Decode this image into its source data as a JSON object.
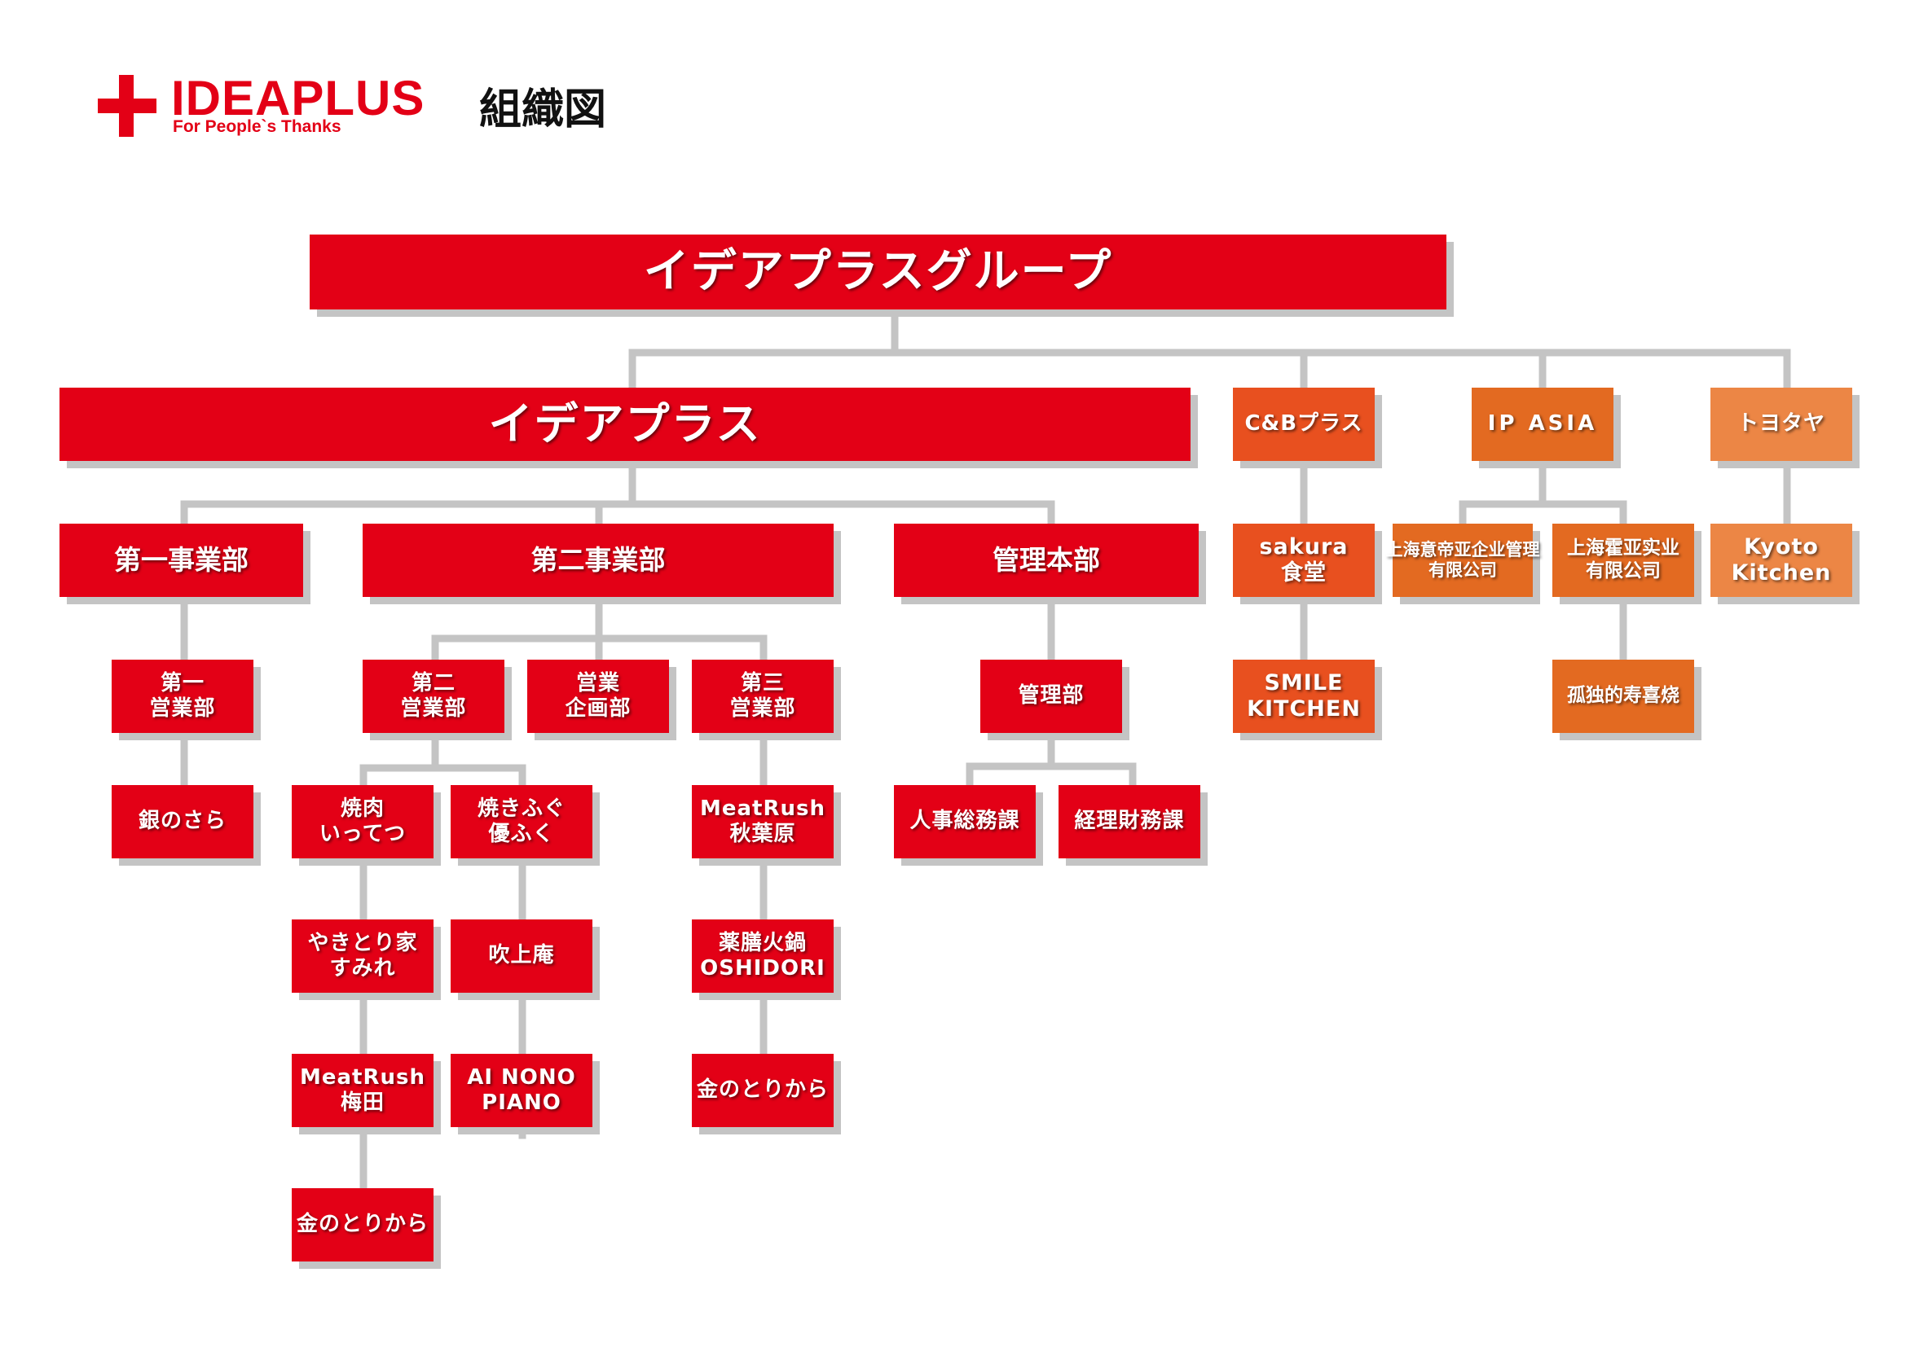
{
  "header": {
    "logo_text": "IDEAPLUS",
    "tagline": "For People`s Thanks",
    "title": "組織図"
  },
  "colors": {
    "red": "#e30016",
    "orange_dark": "#e8501f",
    "orange_mid": "#e36a21",
    "orange_light": "#ec8645",
    "connector": "#c4c4c4"
  },
  "org": {
    "group": "イデアプラスグループ",
    "ideaplus": "イデアプラス",
    "cb_plus": "C&Bプラス",
    "ip_asia": "IP ASIA",
    "toyotaya": "トヨタヤ",
    "div1": "第一事業部",
    "div2": "第二事業部",
    "admin_hq": "管理本部",
    "sales1": [
      "第一",
      "営業部"
    ],
    "gin_no_sara": "銀のさら",
    "sales2": [
      "第二",
      "営業部"
    ],
    "sales_planning": [
      "営業",
      "企画部"
    ],
    "sales3": [
      "第三",
      "営業部"
    ],
    "admin_dept": "管理部",
    "yakiniku_ittetsu": [
      "焼肉",
      "いってつ"
    ],
    "yakifugu_yufuku": [
      "焼きふぐ",
      "優ふく"
    ],
    "meatrush_akihabara": [
      "MeatRush",
      "秋葉原"
    ],
    "hr_general": "人事総務課",
    "accounting_finance": "経理財務課",
    "yakitori_sumire": [
      "やきとり家",
      "すみれ"
    ],
    "fukiagean": "吹上庵",
    "yakuzen_oshidori": [
      "薬膳火鍋",
      "OSHIDORI"
    ],
    "meatrush_umeda": [
      "MeatRush",
      "梅田"
    ],
    "ai_nono_piano": [
      "AI NONO",
      "PIANO"
    ],
    "kin_no_torikara_1": "金のとりから",
    "kin_no_torikara_2": "金のとりから",
    "sakura_shokudo": [
      "sakura",
      "食堂"
    ],
    "smile_kitchen": [
      "SMILE",
      "KITCHEN"
    ],
    "shanghai_yidi": [
      "上海意帝亚企业管理",
      "有限公司"
    ],
    "shanghai_huoya": [
      "上海霍亚实业",
      "有限公司"
    ],
    "kodoku_sukiyaki": "孤独的寿喜烧",
    "kyoto_kitchen": [
      "Kyoto",
      "Kitchen"
    ]
  }
}
